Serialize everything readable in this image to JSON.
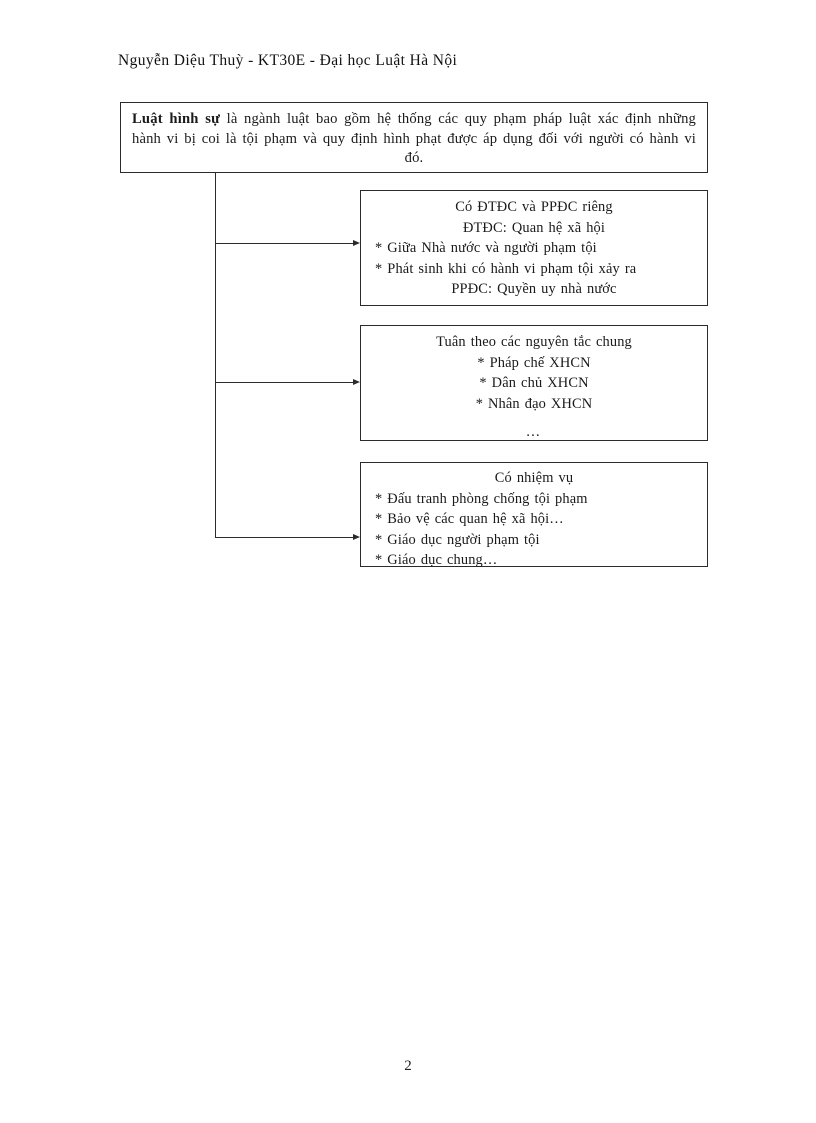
{
  "document": {
    "header": "Nguyễn Diệu Thuỳ  - KT30E - Đại học Luật Hà Nội",
    "page_number": "2"
  },
  "diagram": {
    "root": {
      "lead_bold": "Luật hình sự",
      "body": " là ngành luật bao gồm hệ thống các quy phạm pháp luật xác định những hành vi bị coi là tội phạm và quy định hình phạt được áp dụng đối với người có hành vi đó."
    },
    "branches": [
      {
        "name": "dtdc-ppdc",
        "lines": [
          {
            "text": "Có ĐTĐC và PPĐC riêng",
            "align": "center"
          },
          {
            "text": "ĐTĐC: Quan hệ xã hội",
            "align": "center"
          },
          {
            "text": "* Giữa Nhà nước và người phạm tội",
            "align": "left"
          },
          {
            "text": "* Phát sinh khi có hành vi phạm tội xảy ra",
            "align": "left"
          },
          {
            "text": "PPĐC: Quyền uy nhà nước",
            "align": "center"
          }
        ]
      },
      {
        "name": "nguyen-tac-chung",
        "lines": [
          {
            "text": "Tuân theo các nguyên  tắc chung",
            "align": "center"
          },
          {
            "text": "* Pháp chế XHCN",
            "align": "center"
          },
          {
            "text": "* Dân chủ XHCN",
            "align": "center"
          },
          {
            "text": "* Nhân đạo XHCN",
            "align": "center"
          },
          {
            "text": "…",
            "align": "dots"
          }
        ]
      },
      {
        "name": "nhiem-vu",
        "lines": [
          {
            "text": "Có nhiệm vụ",
            "align": "center"
          },
          {
            "text": "* Đấu tranh phòng chống tội phạm",
            "align": "left"
          },
          {
            "text": "* Bảo vệ các quan hệ xã hội…",
            "align": "left"
          },
          {
            "text": "* Giáo dục người phạm tội",
            "align": "left"
          },
          {
            "text": "* Giáo dục chung…",
            "align": "left"
          }
        ]
      }
    ]
  },
  "colors": {
    "ink": "#2b2b2b",
    "paper": "#ffffff"
  }
}
